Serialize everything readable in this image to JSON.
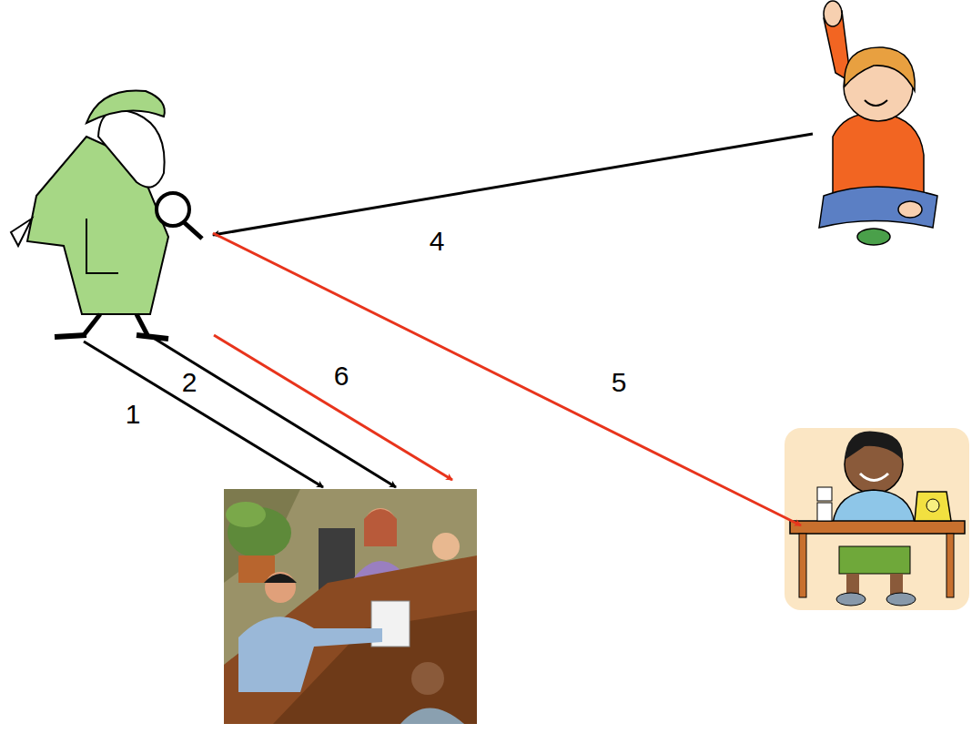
{
  "diagram": {
    "labels": [
      "4",
      "2",
      "6",
      "5",
      "1"
    ]
  }
}
